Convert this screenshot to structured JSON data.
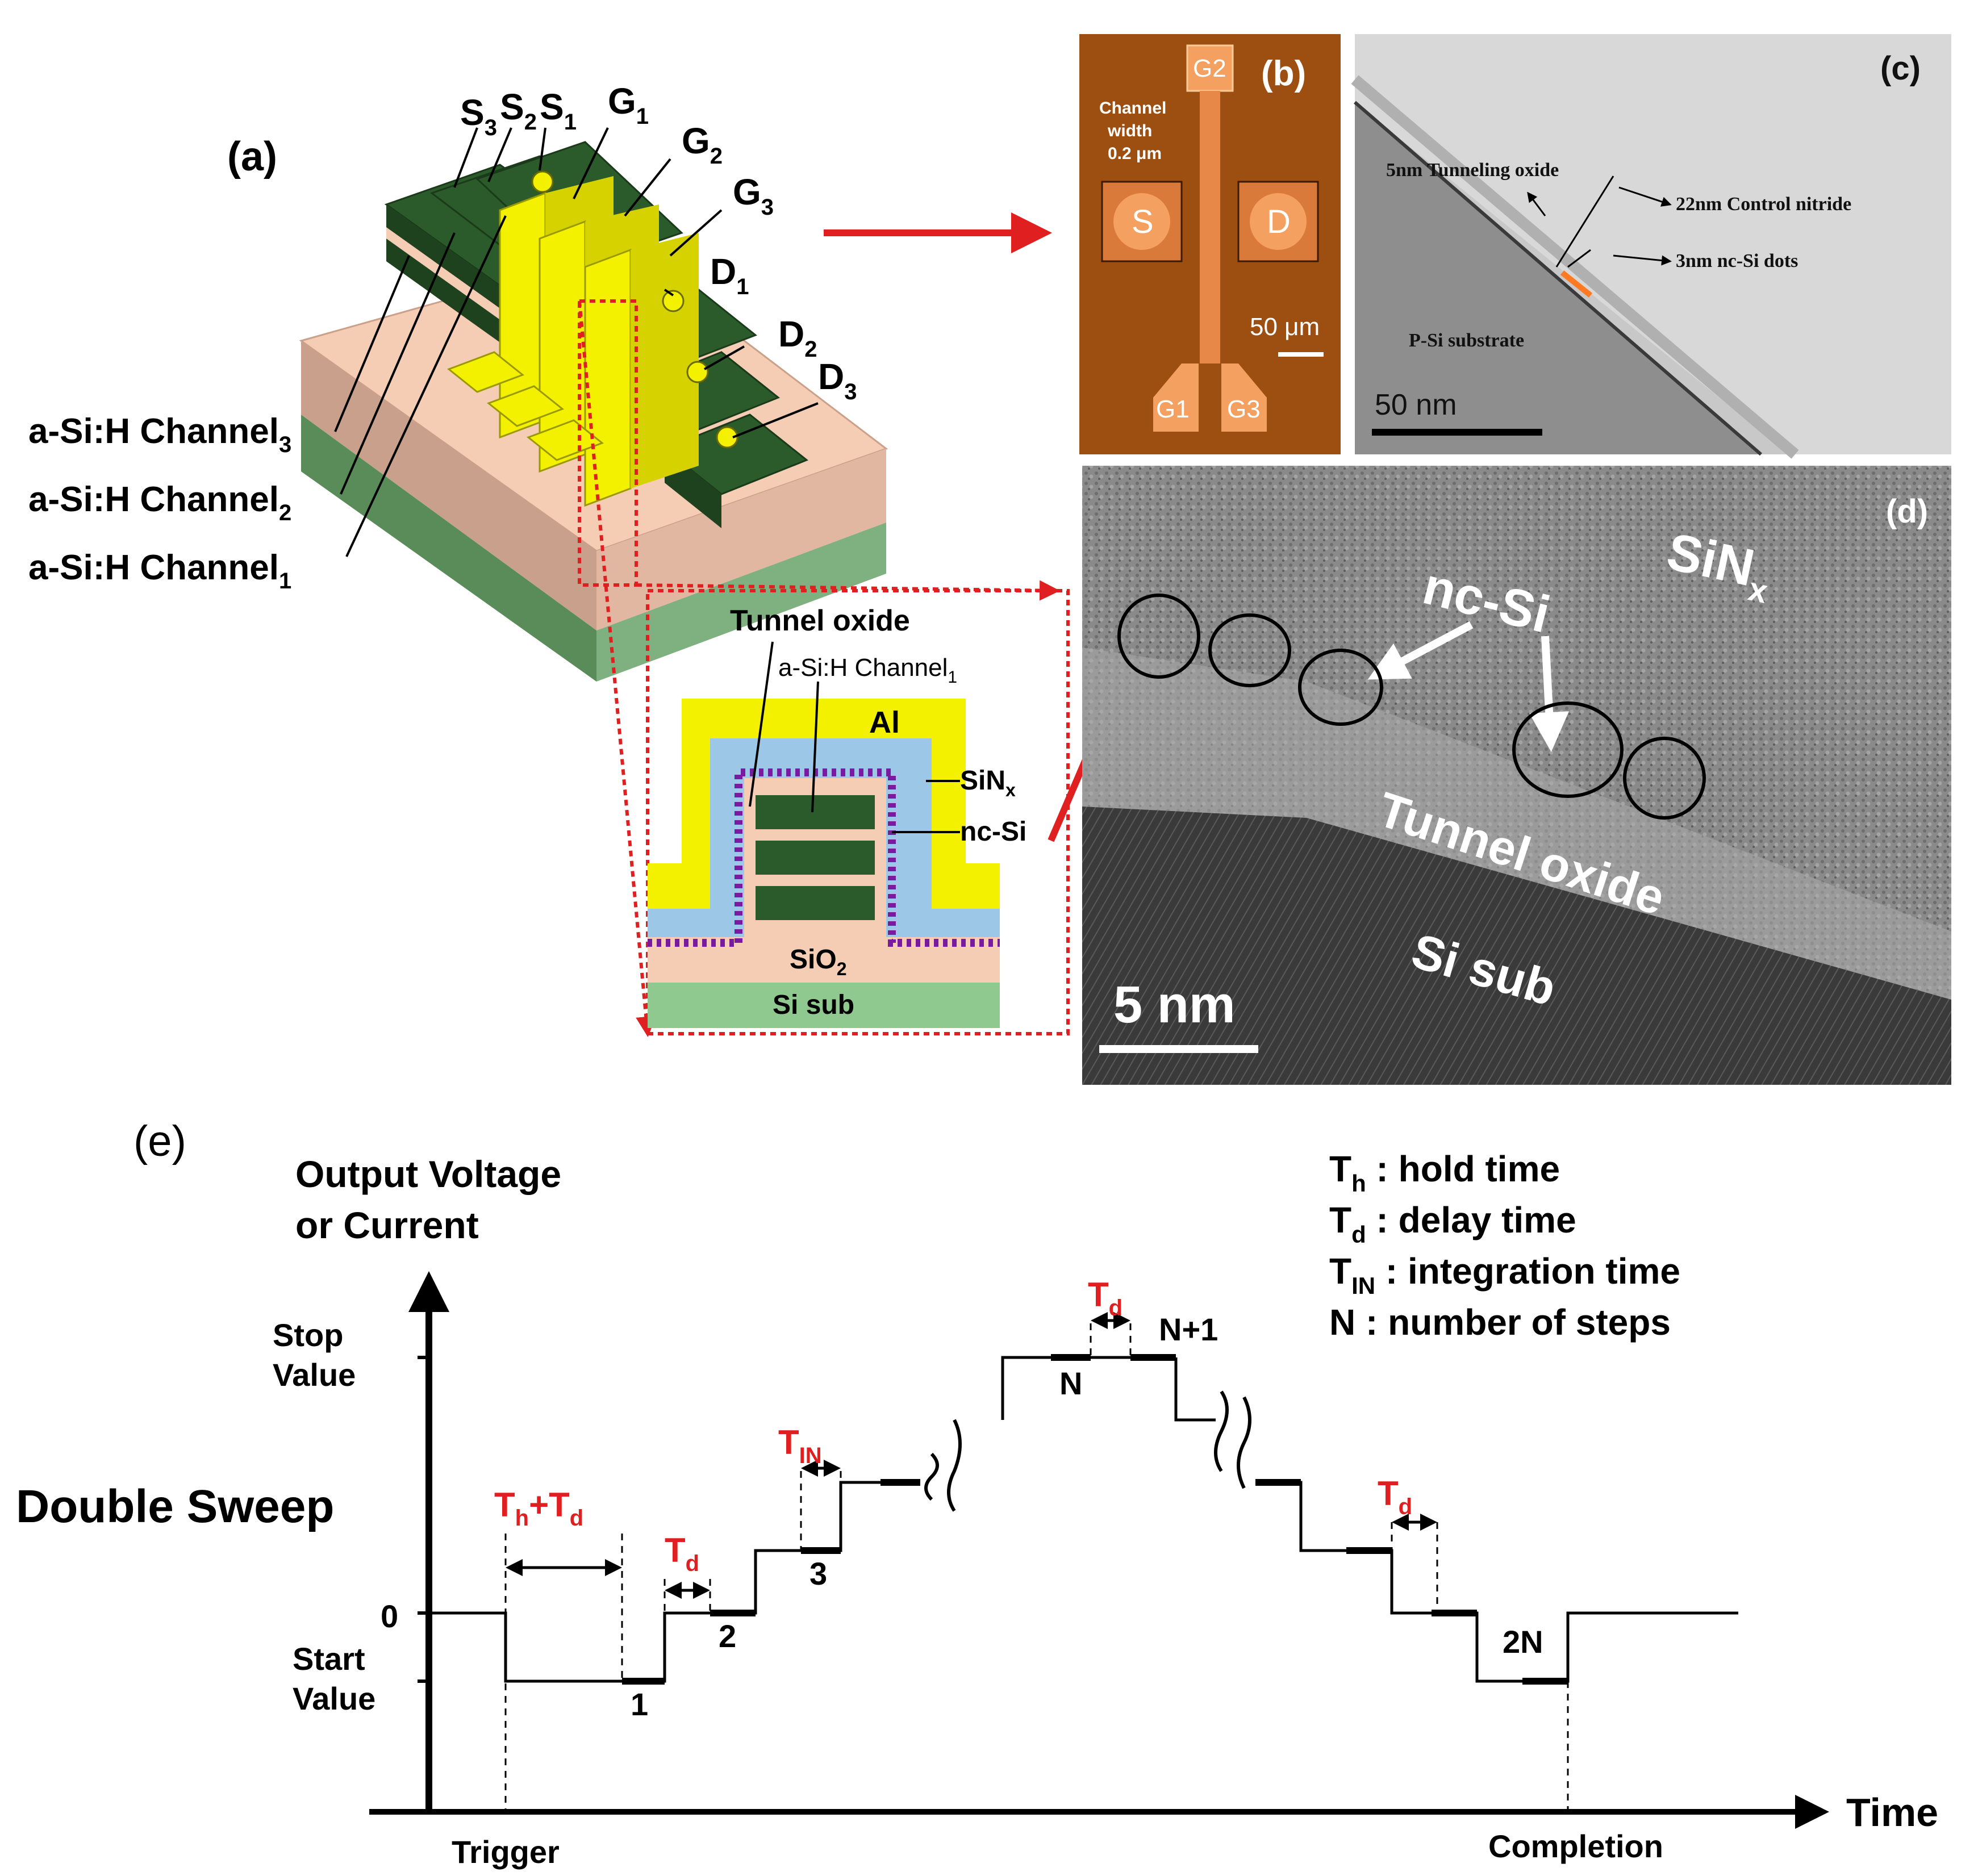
{
  "panel_a": {
    "label": "(a)",
    "sources": [
      "S",
      "S",
      "S"
    ],
    "source_subs": [
      "3",
      "2",
      "1"
    ],
    "gates": [
      "G",
      "G",
      "G"
    ],
    "gate_subs": [
      "1",
      "2",
      "3"
    ],
    "drains": [
      "D",
      "D",
      "D"
    ],
    "drain_subs": [
      "1",
      "2",
      "3"
    ],
    "channels": [
      {
        "text": "a-Si:H Channel",
        "sub": "3"
      },
      {
        "text": "a-Si:H Channel",
        "sub": "2"
      },
      {
        "text": "a-Si:H Channel",
        "sub": "1"
      }
    ],
    "inset": {
      "tunnel_oxide": "Tunnel oxide",
      "channel": "a-Si:H Channel",
      "channel_sub": "1",
      "al": "Al",
      "sinx": "SiN",
      "sinx_sub": "x",
      "ncsi": "nc-Si",
      "sio2": "SiO",
      "sio2_sub": "2",
      "sisub": "Si sub"
    },
    "colors": {
      "green": "#2b5a2b",
      "yellow": "#f3f000",
      "pink": "#f5cdb5",
      "blue": "#9cc7e6",
      "sub": "#8fc98f",
      "red": "#e02020"
    }
  },
  "panel_b": {
    "label": "(b)",
    "channel_width_1": "Channel",
    "channel_width_2": "width",
    "channel_width_3": "0.2 μm",
    "g2": "G2",
    "g1": "G1",
    "g3": "G3",
    "s": "S",
    "d": "D",
    "scale": "50 μm"
  },
  "panel_c": {
    "label": "(c)",
    "tunneling_oxide": "5nm Tunneling oxide",
    "control_nitride": "22nm Control nitride",
    "ncsi_dots": "3nm nc-Si dots",
    "substrate": "P-Si substrate",
    "scale": "50 nm"
  },
  "panel_d": {
    "label": "(d)",
    "sinx": "SiN",
    "sinx_sub": "x",
    "ncsi": "nc-Si",
    "tunnel_oxide": "Tunnel oxide",
    "sisub": "Si sub",
    "scale": "5 nm"
  },
  "panel_e": {
    "label": "(e)",
    "ylabel_1": "Output Voltage",
    "ylabel_2": "or Current",
    "xlabel": "Time",
    "stop_value_1": "Stop",
    "stop_value_2": "Value",
    "zero": "0",
    "start_value_1": "Start",
    "start_value_2": "Value",
    "double_sweep": "Double Sweep",
    "trigger": "Trigger",
    "completion": "Completion",
    "legend": [
      {
        "sym": "T",
        "sub": "h",
        "text": " : hold time"
      },
      {
        "sym": "T",
        "sub": "d",
        "text": " : delay time"
      },
      {
        "sym": "T",
        "sub": "IN",
        "text": " : integration time"
      },
      {
        "sym": "N",
        "sub": "",
        "text": " : number of steps"
      }
    ],
    "th_td": {
      "a": "T",
      "asub": "h",
      "mid": "+T",
      "bsub": "d"
    },
    "td": {
      "sym": "T",
      "sub": "d"
    },
    "tin": {
      "sym": "T",
      "sub": "IN"
    },
    "steps": [
      "1",
      "2",
      "3",
      "N",
      "N+1",
      "2N"
    ],
    "red": "#e02020"
  }
}
